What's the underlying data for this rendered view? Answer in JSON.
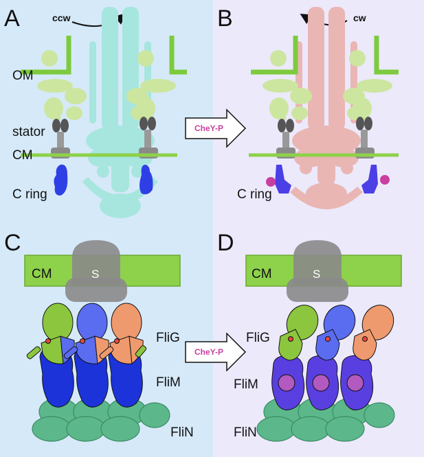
{
  "panels": {
    "A": {
      "letter": "A",
      "rotation_label": "ccw",
      "labels": {
        "om": "OM",
        "stator": "stator",
        "cm": "CM",
        "cring": "C ring"
      }
    },
    "B": {
      "letter": "B",
      "rotation_label": "cw",
      "labels": {
        "cring": "C ring"
      }
    },
    "C": {
      "letter": "C",
      "labels": {
        "cm": "CM",
        "s": "S",
        "flig": "FliG",
        "flim": "FliM",
        "flin": "FliN"
      }
    },
    "D": {
      "letter": "D",
      "labels": {
        "cm": "CM",
        "s": "S",
        "flig": "FliG",
        "flim": "FliM",
        "flin": "FliN"
      }
    }
  },
  "arrows": {
    "top": "CheY-P",
    "bottom": "CheY-P"
  },
  "colors": {
    "left_bg": "#d6e9f8",
    "right_bg": "#ece9fb",
    "membrane": "#8ed14a",
    "om_green": "#7dcb3d",
    "periplasm_green": "#cce6a0",
    "stator_gray": "#8a8a8a",
    "cring_blue": "#2f3fe6",
    "flagellum_ccw": "#a6e6de",
    "flagellum_cw": "#e9b6b4",
    "chey": "#c83fa0",
    "flig_green": "#8cc63f",
    "flig_blue": "#5a6cf0",
    "flig_orange": "#ef9a6e",
    "flim_blue": "#1c33d9",
    "flim_purple": "#5a3fe0",
    "flin_teal": "#5cb88b"
  }
}
